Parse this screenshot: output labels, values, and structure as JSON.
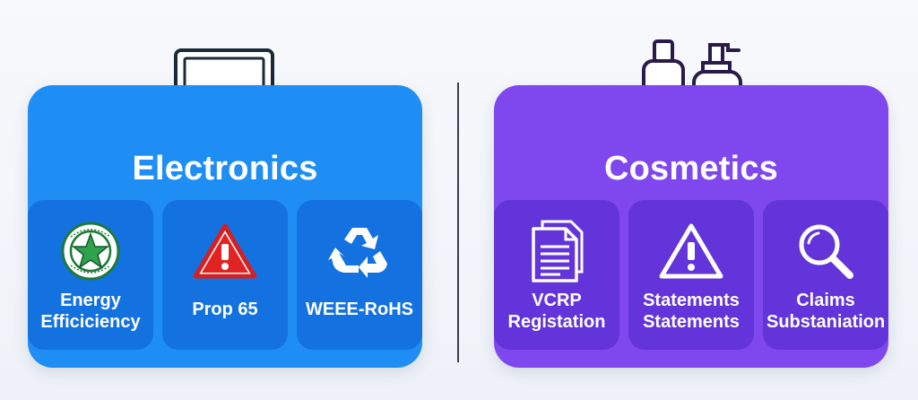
{
  "electronics": {
    "title": "Electronics",
    "icon": "laptop-icon",
    "color": "#1e8ef5",
    "cards": [
      {
        "label": "Energy\nEfficiciency",
        "icon": "energy-star-seal-icon"
      },
      {
        "label": "Prop 65",
        "icon": "warning-triangle-icon"
      },
      {
        "label": "WEEE-RoHS",
        "icon": "recycle-icon"
      }
    ]
  },
  "cosmetics": {
    "title": "Cosmetics",
    "icon": "cosmetic-bottles-icon",
    "color": "#7f48ee",
    "cards": [
      {
        "label": "VCRP\nRegistation",
        "icon": "document-icon"
      },
      {
        "label": "Statements\nStatements",
        "icon": "warning-triangle-icon"
      },
      {
        "label": "Claims\nSubstaniation",
        "icon": "magnifier-icon"
      }
    ]
  }
}
